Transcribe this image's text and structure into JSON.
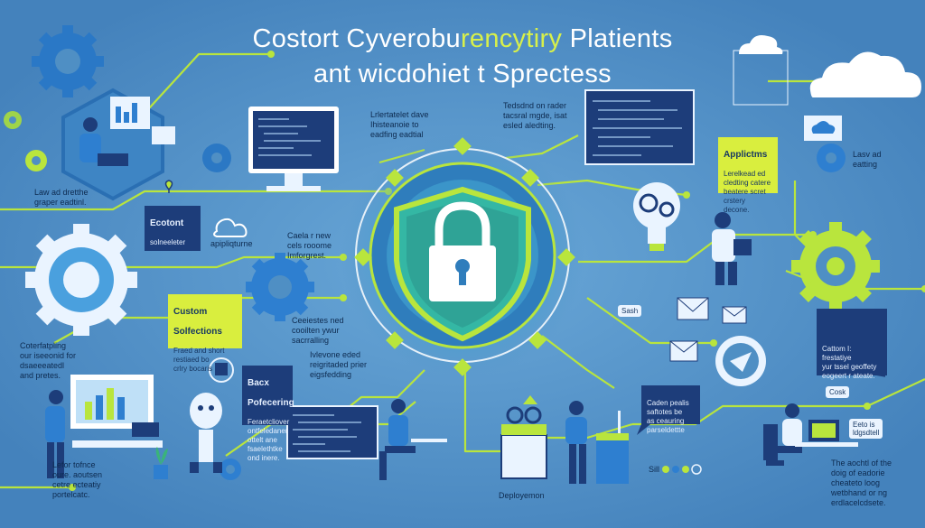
{
  "title": {
    "line1": "Costort Cyverobu",
    "line1_highlight": "rencytiry",
    "line1_rest": " Platients",
    "line2": "ant wicdohiet t Sprectess"
  },
  "labels": {
    "top_left": "Law ad dretthe\ngraper eadtinl.",
    "top_center_left": "Lrlertatelet dave\nIhisteanoie to\neadfing eadtial",
    "top_center_right": "Tedsdnd on rader\ntacsral mgde, isat\nesled aledting.",
    "right_top": "Lasv ad\neatting",
    "mid_left": "Caela r new\ncels rooome\nImforgrest.",
    "mid_center": "Ceeiestes ned\ncooilten ywur\nsacrralling",
    "bottom_center": "Ivlevone eded\nreigritaded prier\neigsfedding",
    "left_side": "Coterfatpling\nour iseeonid for\ndsaeeeatedl\nand pretes.",
    "bottom_left": "Lefor tofnce\noure. aoutsen\ncetre ecteatiy\nportelcatc.",
    "bottom_right": "The aochtl of the\ndoig of eadorie\ncheateto loog\nwetbhand or ng\nerdlacelcdsete.",
    "deployment": "Deployemon",
    "stat": "Sill",
    "cloud_label": "apipliqturne"
  },
  "cards": {
    "connect": {
      "title": "Ecotont",
      "body": "solneeleter"
    },
    "custom": {
      "title": "Custom",
      "title2": "Solfections",
      "body": "Fraed and short\nrestiaed bo\ncrlry bocaris"
    },
    "apps": {
      "title": "Applictms",
      "body": "Lerelkead ed\ncledting catere\nbeatere scret\ncrstery decone."
    },
    "bacx": {
      "title": "Bacx",
      "title2": "Pofecering",
      "body": "Feraetcliover\nontfeledaner\nottelt ane\nfsaelethtke\nond inere."
    },
    "custom_right": {
      "body": "Cattom I: frestatiye\nyur tssel geoffety\neogeert r ateate."
    },
    "bubble": {
      "body": "Caden pealis\nsaftotes be\nas ceauring\nparseldettte"
    }
  },
  "buttons": {
    "sash": "Sash",
    "cask": "Cosk",
    "extra": "Eeto is\nldgsdtell"
  },
  "colors": {
    "background": "#4f8fc4",
    "lime": "#b9e53d",
    "navy": "#1d3d7a",
    "accent_blue": "#2e7fd0",
    "shield_teal": "#34b7a4"
  },
  "icons": [
    "gear-icon",
    "padlock-icon",
    "shield-icon",
    "cloud-icon",
    "monitor-icon",
    "lightbulb-icon",
    "robot-icon",
    "envelope-icon",
    "person-icon",
    "heart-icon",
    "chat-bubble-icon"
  ]
}
